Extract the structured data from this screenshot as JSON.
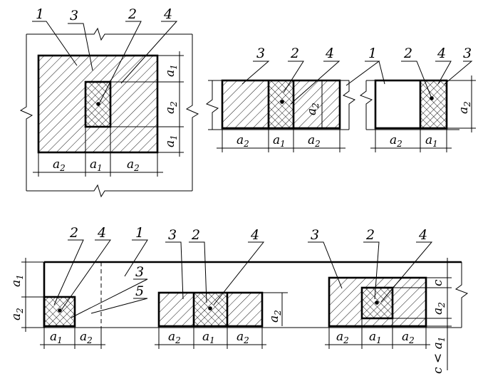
{
  "labels": {
    "l1": "1",
    "l2": "2",
    "l3": "3",
    "l4": "4",
    "l5": "5"
  },
  "dims": {
    "a": "a",
    "sub1": "1",
    "sub2": "2",
    "c": "c",
    "c_cond": "c < a"
  }
}
